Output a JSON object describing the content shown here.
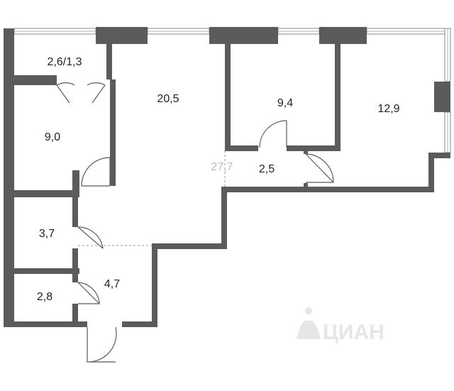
{
  "rooms": {
    "loggia": "2,6/1,3",
    "bedroom_left": "9,0",
    "kitchen": "20,5",
    "bedroom_mid": "9,4",
    "bedroom_right": "12,9",
    "living_total": "27,7",
    "hall_small": "2,5",
    "bathroom": "3,7",
    "hallway": "4,7",
    "toilet": "2,8"
  },
  "watermark": {
    "text": "ЦИАН"
  },
  "colors": {
    "wall": "#5b5b5b",
    "total_label": "#bdbdbd"
  }
}
